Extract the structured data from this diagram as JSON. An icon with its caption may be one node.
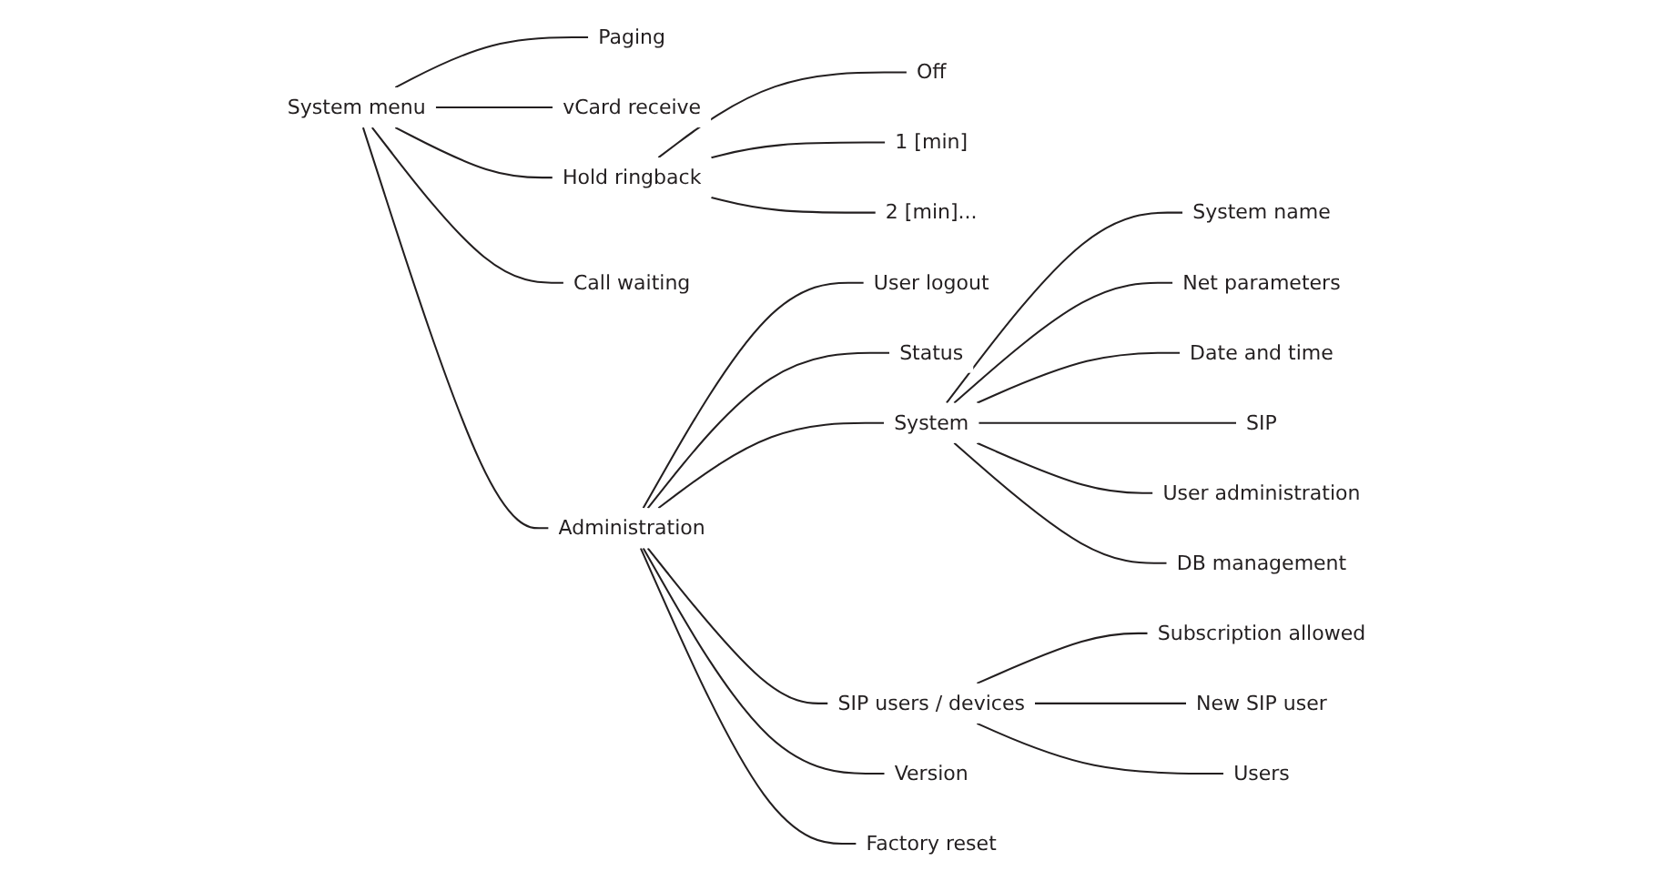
{
  "diagram": {
    "nodes": [
      {
        "text": [
          "System menu"
        ]
      },
      {
        "text": [
          "Paging"
        ]
      },
      {
        "text": [
          "vCard receive"
        ]
      },
      {
        "text": [
          "Hold ringback"
        ]
      },
      {
        "text": [
          "Off"
        ]
      },
      {
        "text": [
          "1 [min]"
        ]
      },
      {
        "text": [
          "2 [min]..."
        ]
      },
      {
        "text": [
          "Call waiting"
        ]
      },
      {
        "text": [
          "Administration"
        ]
      },
      {
        "text": [
          "User logout"
        ]
      },
      {
        "text": [
          "Status"
        ]
      },
      {
        "text": [
          "System"
        ]
      },
      {
        "text": [
          "System name"
        ]
      },
      {
        "text": [
          "Net parameters"
        ]
      },
      {
        "text": [
          "Date and time"
        ]
      },
      {
        "text": [
          "SIP"
        ]
      },
      {
        "text": [
          "User administration"
        ]
      },
      {
        "text": [
          "DB management"
        ]
      },
      {
        "text": [
          "SIP users / devices"
        ]
      },
      {
        "text": [
          "Subscription allowed"
        ]
      },
      {
        "text": [
          "New SIP user"
        ]
      },
      {
        "text": [
          "Users"
        ]
      },
      {
        "text": [
          "Version"
        ]
      },
      {
        "text": [
          "Factory reset"
        ]
      }
    ],
    "edges": [
      {
        "from": 0,
        "to": 1,
        "arrow": "none"
      },
      {
        "from": 0,
        "to": 2,
        "arrow": "none"
      },
      {
        "from": 0,
        "to": 3,
        "arrow": "none"
      },
      {
        "from": 3,
        "to": 4,
        "arrow": "none"
      },
      {
        "from": 3,
        "to": 5,
        "arrow": "none"
      },
      {
        "from": 3,
        "to": 6,
        "arrow": "none"
      },
      {
        "from": 0,
        "to": 7,
        "arrow": "none"
      },
      {
        "from": 0,
        "to": 8,
        "arrow": "none"
      },
      {
        "from": 8,
        "to": 9,
        "arrow": "none"
      },
      {
        "from": 8,
        "to": 10,
        "arrow": "none"
      },
      {
        "from": 8,
        "to": 11,
        "arrow": "none"
      },
      {
        "from": 11,
        "to": 12,
        "arrow": "none"
      },
      {
        "from": 11,
        "to": 13,
        "arrow": "none"
      },
      {
        "from": 11,
        "to": 14,
        "arrow": "none"
      },
      {
        "from": 11,
        "to": 15,
        "arrow": "none"
      },
      {
        "from": 11,
        "to": 16,
        "arrow": "none"
      },
      {
        "from": 11,
        "to": 17,
        "arrow": "none"
      },
      {
        "from": 8,
        "to": 18,
        "arrow": "none"
      },
      {
        "from": 18,
        "to": 19,
        "arrow": "none"
      },
      {
        "from": 18,
        "to": 20,
        "arrow": "none"
      },
      {
        "from": 18,
        "to": 21,
        "arrow": "none"
      },
      {
        "from": 8,
        "to": 22,
        "arrow": "none"
      },
      {
        "from": 8,
        "to": 23,
        "arrow": "none"
      }
    ]
  }
}
